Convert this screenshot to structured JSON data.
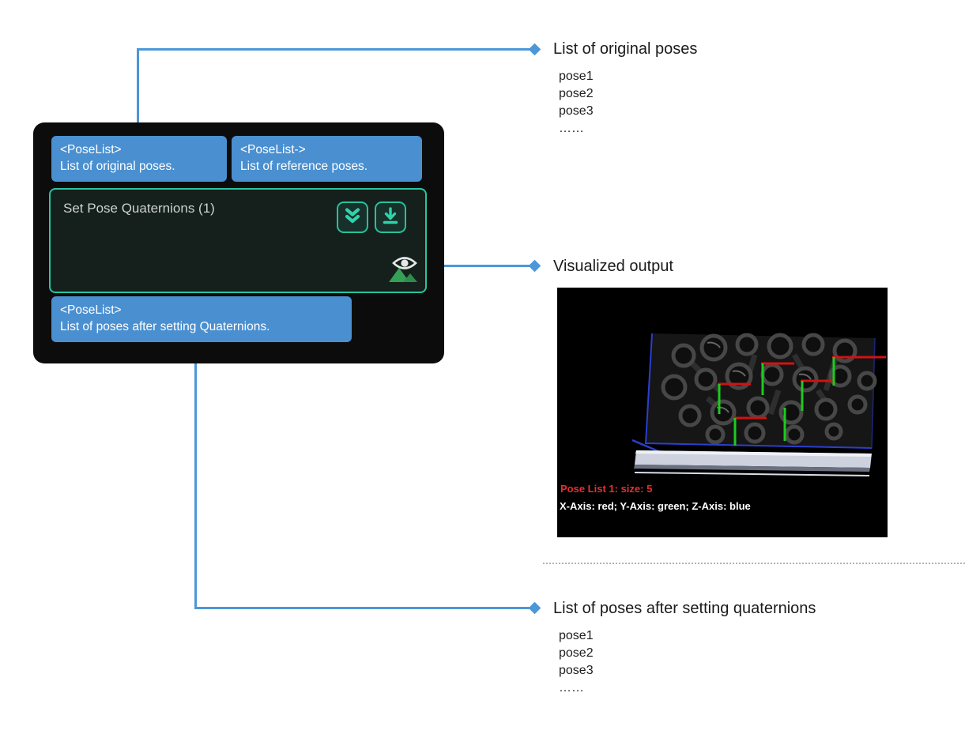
{
  "colors": {
    "accent_blue": "#4b97d8",
    "port_blue": "#4a8fd0",
    "teal_border": "#27c5a0",
    "node_bg": "#0c0c0c",
    "axis_red": "#d11212",
    "axis_green": "#1ecb1e"
  },
  "node": {
    "title": "Set Pose Quaternions (1)",
    "input_ports": [
      {
        "type": "<PoseList>",
        "desc": "List of original poses."
      },
      {
        "type": "<PoseList->",
        "desc": "List of reference poses."
      }
    ],
    "output_port": {
      "type": "<PoseList>",
      "desc": "List of poses after setting Quaternions."
    }
  },
  "annotations": {
    "original_poses": {
      "heading": "List of original poses",
      "items": [
        "pose1",
        "pose2",
        "pose3",
        "……"
      ]
    },
    "visualized_output": {
      "heading": "Visualized output"
    },
    "poses_after": {
      "heading": "List of poses after setting quaternions",
      "items": [
        "pose1",
        "pose2",
        "pose3",
        "……"
      ]
    }
  },
  "visualization": {
    "caption_red": "Pose List 1: size: 5",
    "caption_white": "X-Axis: red; Y-Axis: green; Z-Axis: blue"
  }
}
